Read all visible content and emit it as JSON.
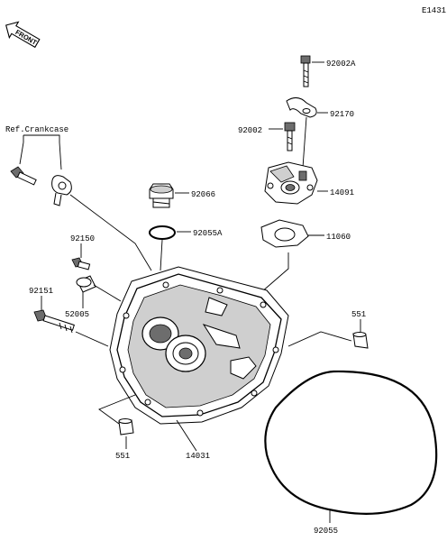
{
  "diagram_code": "E1431",
  "front_arrow": "FRONT",
  "ref_label": "Ref.Crankcase",
  "parts": {
    "p92002a": "92002A",
    "p92170": "92170",
    "p92002": "92002",
    "p14091": "14091",
    "p92066": "92066",
    "p92055a": "92055A",
    "p11060": "11060",
    "p92150": "92150",
    "p92151": "92151",
    "p52005": "52005",
    "p551_right": "551",
    "p551_bottom": "551",
    "p14031": "14031",
    "p92055": "92055"
  }
}
